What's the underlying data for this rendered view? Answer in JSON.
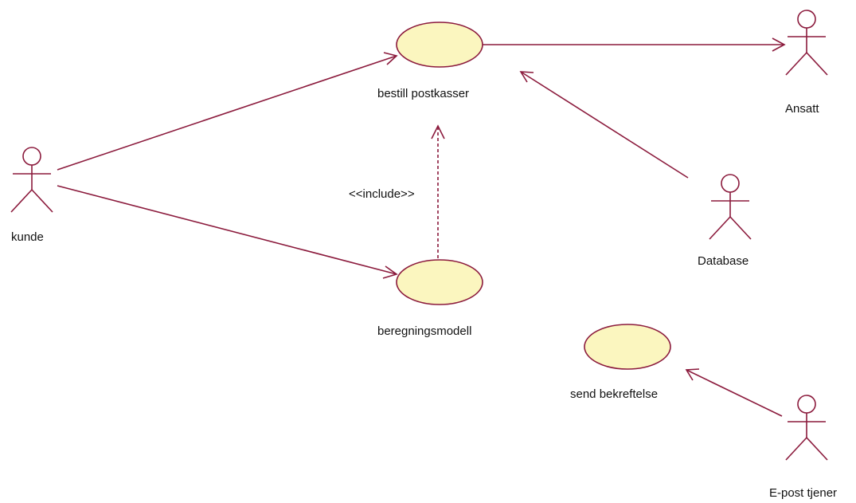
{
  "diagram": {
    "colors": {
      "line": "#8b1a3c",
      "use_case_fill": "#fbf6bf",
      "text": "#111111",
      "background": "#ffffff"
    },
    "actors": [
      {
        "id": "kunde",
        "label": "kunde"
      },
      {
        "id": "ansatt",
        "label": "Ansatt"
      },
      {
        "id": "database",
        "label": "Database"
      },
      {
        "id": "epost",
        "label": "E-post tjener"
      }
    ],
    "use_cases": [
      {
        "id": "bestill",
        "label": "bestill postkasser"
      },
      {
        "id": "beregning",
        "label": "beregningsmodell"
      },
      {
        "id": "send",
        "label": "send bekreftelse"
      }
    ],
    "relationships": [
      {
        "from": "kunde",
        "to": "bestill",
        "type": "association"
      },
      {
        "from": "kunde",
        "to": "beregning",
        "type": "association"
      },
      {
        "from": "bestill",
        "to": "ansatt",
        "type": "association"
      },
      {
        "from": "database",
        "to": "bestill",
        "type": "association"
      },
      {
        "from": "epost",
        "to": "send",
        "type": "association"
      },
      {
        "from": "beregning",
        "to": "bestill",
        "type": "include",
        "stereotype": "<<include>>"
      }
    ]
  }
}
